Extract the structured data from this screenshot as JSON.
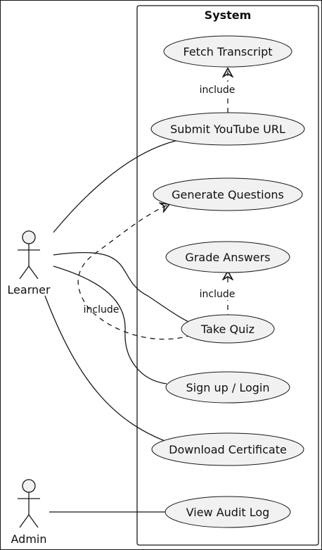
{
  "system": {
    "title": "System"
  },
  "actors": {
    "learner": "Learner",
    "admin": "Admin"
  },
  "use_cases": {
    "fetch_transcript": "Fetch Transcript",
    "submit_url": "Submit YouTube URL",
    "generate_questions": "Generate Questions",
    "grade_answers": "Grade Answers",
    "take_quiz": "Take Quiz",
    "signup_login": "Sign up / Login",
    "download_certificate": "Download Certificate",
    "view_audit_log": "View Audit Log"
  },
  "relations": {
    "include_fetch": "include",
    "include_grade": "include",
    "include_generate": "include"
  },
  "colors": {
    "usecase_fill": "#f1f1f1",
    "stroke": "#181818"
  }
}
